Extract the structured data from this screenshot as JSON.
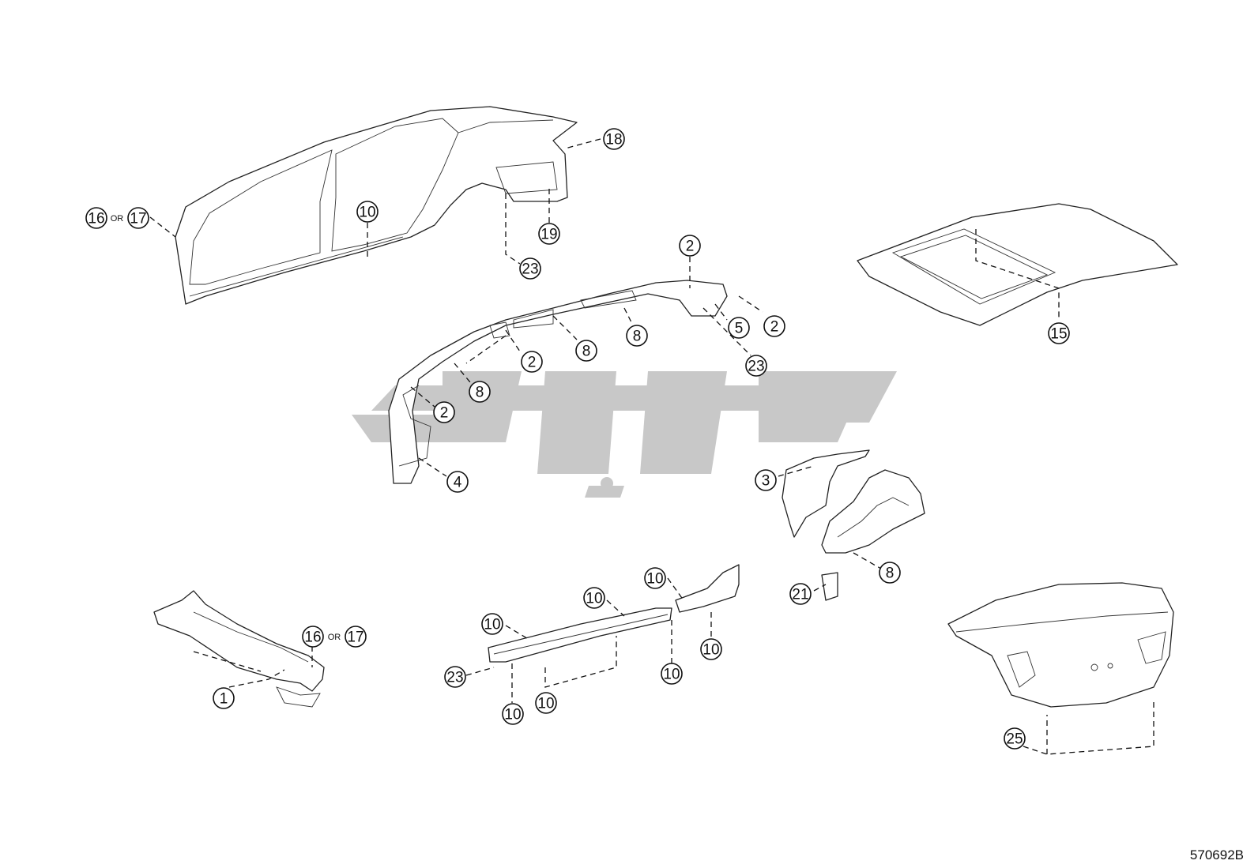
{
  "diagram": {
    "code": "570692B",
    "or_label": "OR",
    "callouts": [
      {
        "id": "c-16a",
        "label": "16"
      },
      {
        "id": "c-17a",
        "label": "17"
      },
      {
        "id": "c-10a",
        "label": "10"
      },
      {
        "id": "c-18",
        "label": "18"
      },
      {
        "id": "c-19",
        "label": "19"
      },
      {
        "id": "c-23a",
        "label": "23"
      },
      {
        "id": "c-2a",
        "label": "2"
      },
      {
        "id": "c-2b",
        "label": "2"
      },
      {
        "id": "c-2c",
        "label": "2"
      },
      {
        "id": "c-2d",
        "label": "2"
      },
      {
        "id": "c-5",
        "label": "5"
      },
      {
        "id": "c-23b",
        "label": "23"
      },
      {
        "id": "c-8a",
        "label": "8"
      },
      {
        "id": "c-8b",
        "label": "8"
      },
      {
        "id": "c-8c",
        "label": "8"
      },
      {
        "id": "c-4",
        "label": "4"
      },
      {
        "id": "c-15",
        "label": "15"
      },
      {
        "id": "c-3",
        "label": "3"
      },
      {
        "id": "c-8d",
        "label": "8"
      },
      {
        "id": "c-21",
        "label": "21"
      },
      {
        "id": "c-10b",
        "label": "10"
      },
      {
        "id": "c-10c",
        "label": "10"
      },
      {
        "id": "c-10d",
        "label": "10"
      },
      {
        "id": "c-10e",
        "label": "10"
      },
      {
        "id": "c-10f",
        "label": "10"
      },
      {
        "id": "c-10g",
        "label": "10"
      },
      {
        "id": "c-10h",
        "label": "10"
      },
      {
        "id": "c-23c",
        "label": "23"
      },
      {
        "id": "c-1",
        "label": "1"
      },
      {
        "id": "c-16b",
        "label": "16"
      },
      {
        "id": "c-17b",
        "label": "17"
      },
      {
        "id": "c-25",
        "label": "25"
      }
    ]
  }
}
